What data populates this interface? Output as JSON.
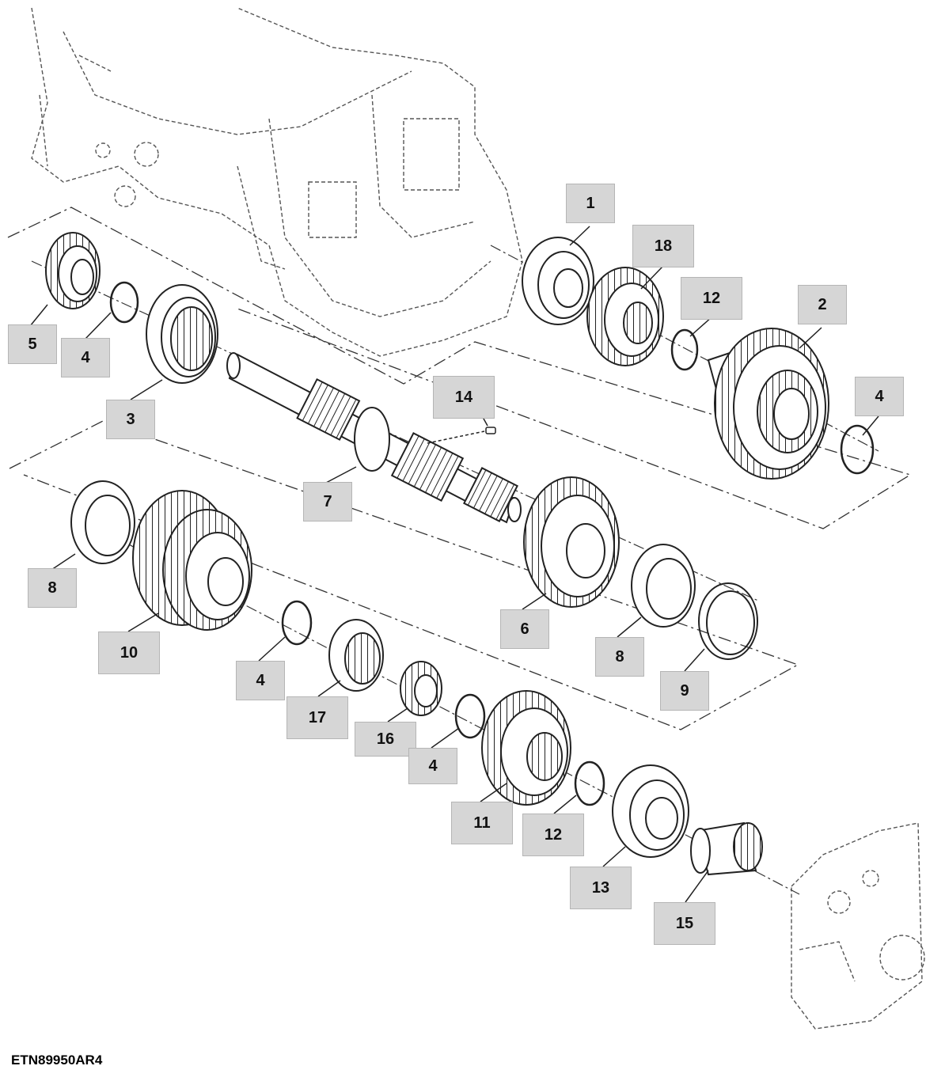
{
  "figure_id": "ETN89950AR4",
  "callouts": {
    "c1": "1",
    "c18": "18",
    "c12a": "12",
    "c2": "2",
    "c5": "5",
    "c4a": "4",
    "c3": "3",
    "c14": "14",
    "c4b": "4",
    "c7": "7",
    "c8a": "8",
    "c10": "10",
    "c6": "6",
    "c8b": "8",
    "c9": "9",
    "c4c": "4",
    "c17": "17",
    "c16": "16",
    "c4d": "4",
    "c11": "11",
    "c12b": "12",
    "c13": "13",
    "c15": "15"
  },
  "colors": {
    "line": "#222222",
    "ghost": "#555555",
    "callout_bg": "#d6d6d6"
  }
}
